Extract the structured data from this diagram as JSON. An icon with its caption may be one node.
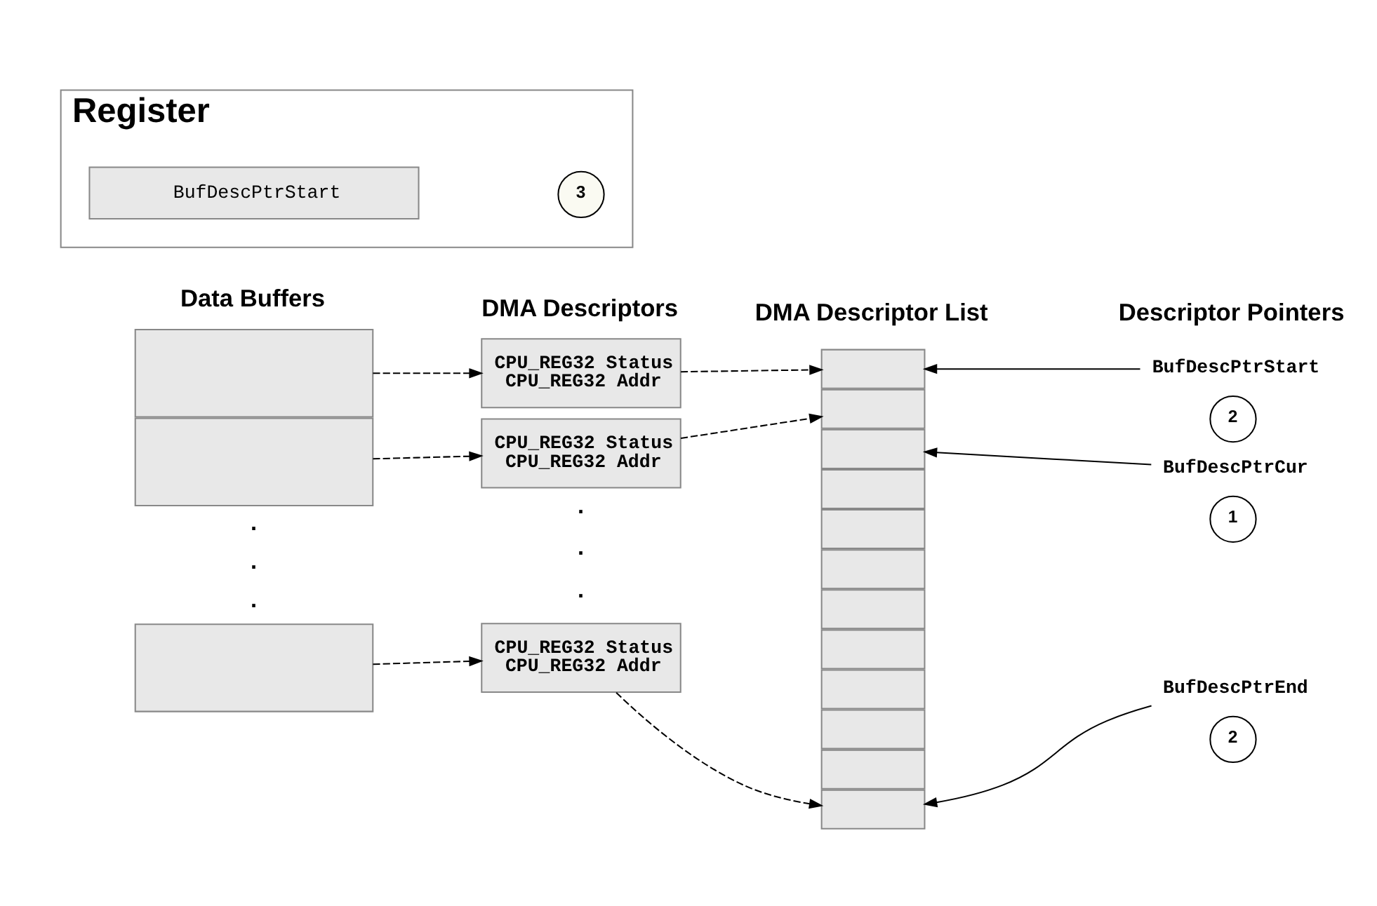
{
  "diagram": {
    "nodes": [
      {
        "text": [],
        "shape": "box"
      },
      {
        "text": [],
        "shape": "box"
      },
      {
        "text": [],
        "shape": "box"
      },
      {
        "text": [
          "CPU_REG32 Status",
          "CPU_REG32 Addr"
        ]
      },
      {
        "text": [
          "CPU_REG32 Status",
          "CPU_REG32 Addr"
        ]
      },
      {
        "text": [
          "CPU_REG32 Status",
          "CPU_REG32 Addr"
        ]
      },
      {
        "text": [],
        "shape": "box"
      },
      {
        "text": [],
        "shape": "box"
      },
      {
        "text": [],
        "shape": "box"
      },
      {
        "text": [],
        "shape": "box"
      },
      {
        "text": [],
        "shape": "box"
      },
      {
        "text": [],
        "shape": "box"
      },
      {
        "text": [],
        "shape": "box"
      },
      {
        "text": [],
        "shape": "box"
      },
      {
        "text": [],
        "shape": "box"
      },
      {
        "text": [],
        "shape": "box"
      },
      {
        "text": [],
        "shape": "box"
      },
      {
        "text": [],
        "shape": "box"
      },
      {
        "text": [
          "BufDescPtrStart"
        ]
      },
      {
        "text": [
          "2"
        ]
      },
      {
        "text": [
          "BufDescPtrCur"
        ]
      },
      {
        "text": [
          "1"
        ]
      },
      {
        "text": [
          "BufDescPtrEnd"
        ]
      },
      {
        "text": [
          "2"
        ]
      },
      {
        "text": [
          "Register"
        ]
      },
      {
        "text": [
          "BufDescPtrStart"
        ],
        "in": 24
      },
      {
        "text": [
          "3"
        ],
        "in": 24
      }
    ],
    "edges": [
      {
        "from": 0,
        "to": 3,
        "arrow": "to",
        "style": "dashed"
      },
      {
        "from": 1,
        "to": 4,
        "arrow": "to",
        "style": "dashed"
      },
      {
        "from": 2,
        "to": 5,
        "arrow": "to",
        "style": "dashed"
      },
      {
        "from": 3,
        "to": 6,
        "arrow": "to",
        "style": "dashed"
      },
      {
        "from": 4,
        "to": 7,
        "arrow": "to",
        "style": "dashed"
      },
      {
        "from": 5,
        "to": 17,
        "arrow": "to",
        "style": "dashed"
      },
      {
        "from": 18,
        "to": 6,
        "arrow": "to"
      },
      {
        "from": 20,
        "to": 8,
        "arrow": "to"
      },
      {
        "from": 22,
        "to": 17,
        "arrow": "to"
      }
    ],
    "labels": [
      "Data Buffers",
      "DMA Descriptors",
      "DMA Descriptor List",
      "Descriptor Pointers",
      ".",
      ".",
      ".",
      ".",
      ".",
      "."
    ]
  }
}
